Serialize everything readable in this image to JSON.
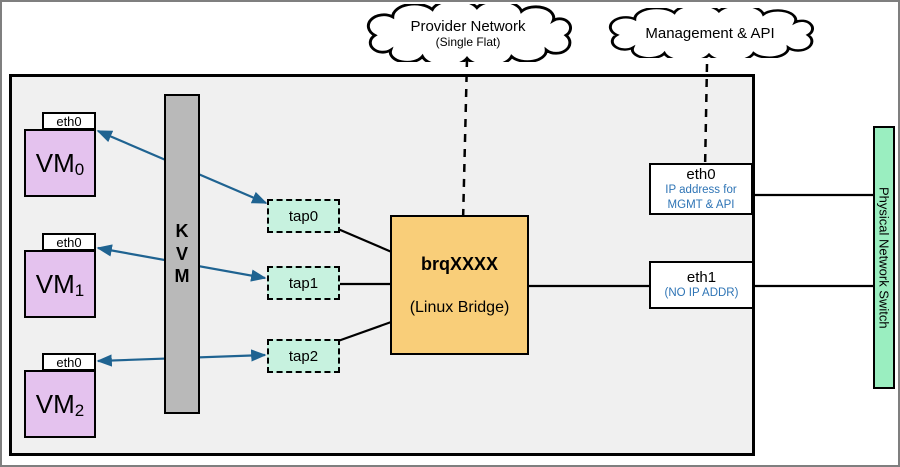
{
  "clouds": [
    {
      "title": "Provider Network",
      "subtitle": "(Single Flat)"
    },
    {
      "title": "Management & API",
      "subtitle": ""
    }
  ],
  "host": {
    "vms": [
      {
        "label": "VM",
        "index": "0",
        "nic": "eth0"
      },
      {
        "label": "VM",
        "index": "1",
        "nic": "eth0"
      },
      {
        "label": "VM",
        "index": "2",
        "nic": "eth0"
      }
    ],
    "hypervisor": {
      "label": "K\nV\nM"
    },
    "taps": [
      {
        "label": "tap0"
      },
      {
        "label": "tap1"
      },
      {
        "label": "tap2"
      }
    ],
    "bridge": {
      "name": "brqXXXX",
      "type_label": "(Linux Bridge)"
    },
    "nics": [
      {
        "name": "eth0",
        "note_line1": "IP address for",
        "note_line2": "MGMT & API"
      },
      {
        "name": "eth1",
        "note_line1": "(NO IP ADDR)",
        "note_line2": ""
      }
    ]
  },
  "switch": {
    "label": "Physical Network Switch"
  },
  "colors": {
    "vm_fill": "#e4c2ee",
    "tap_fill": "#c7f2df",
    "bridge_fill": "#f9ce79",
    "switch_fill": "#9aeec0",
    "kvm_fill": "#b9b9b9",
    "host_bg": "#f0f0f0",
    "arrow_blue": "#1f6391",
    "note_blue": "#2e74b5"
  }
}
